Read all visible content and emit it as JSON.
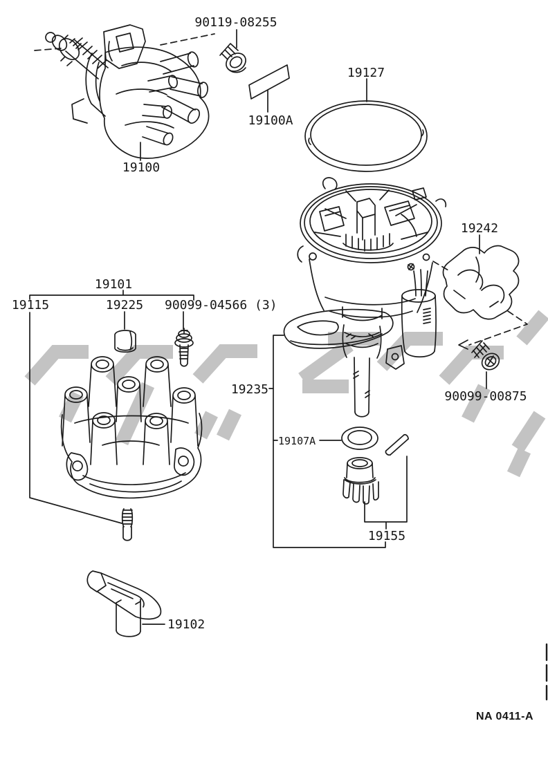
{
  "diagram": {
    "figure_code": "NA 0411-A",
    "labels": {
      "bolt_90119": "90119-08255",
      "plate_19100a": "19100A",
      "oring_19127": "19127",
      "distributor_19100": "19100",
      "group_19101": "19101",
      "cap_19115": "19115",
      "cover_19225": "19225",
      "screws_90099_04566": "90099-04566 (3)",
      "clamp_19242": "19242",
      "housing_19235": "19235",
      "oring_19107a": "19107A",
      "gear_pin_19155": "19155",
      "rotor_19102": "19102",
      "bolt_90099_00875": "90099-00875"
    },
    "colors": {
      "line": "#1b1b1b",
      "watermark": "#c3c3c3",
      "background": "#ffffff"
    }
  }
}
